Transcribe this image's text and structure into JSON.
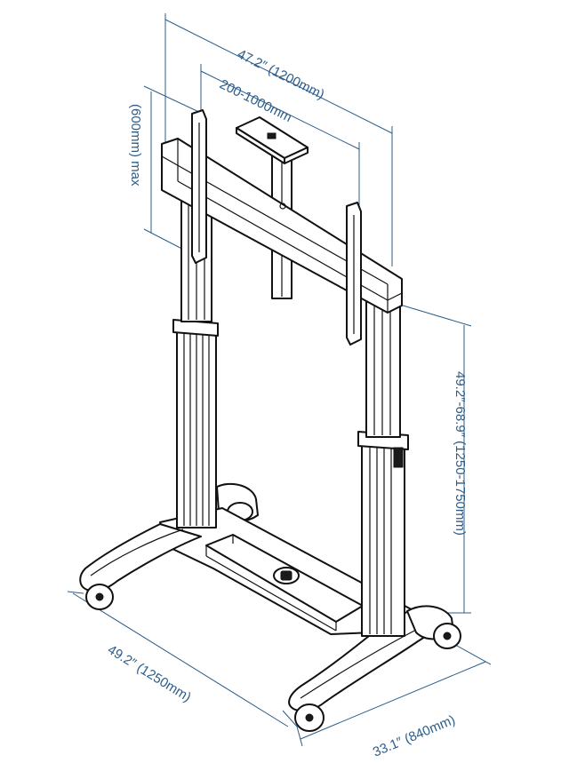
{
  "dimensions": {
    "overall_width": "47.2″ (1200mm)",
    "vesa": "200-1000mm",
    "vesa_height": "(600mm) max",
    "height_range": "49.2″-68.9″ (1250-1750mm)",
    "base_width": "49.2″ (1250mm)",
    "base_depth": "33.1″ (840mm)"
  },
  "colors": {
    "dimension": "#2c5d8a",
    "line": "#111111"
  },
  "icons": {
    "product": "mobile-tv-stand-icon",
    "caster": "caster-wheel-icon",
    "logo": "logo-plate-icon"
  }
}
